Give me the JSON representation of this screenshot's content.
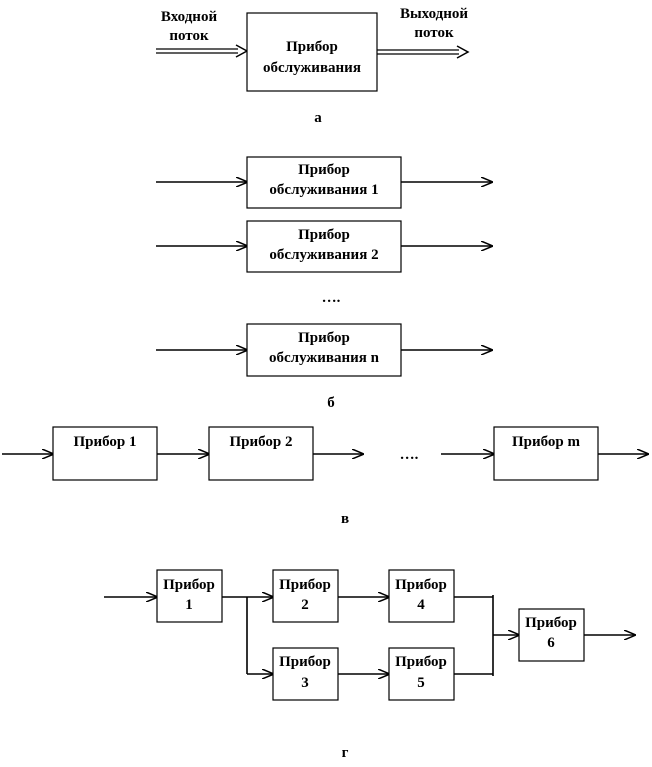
{
  "panel_a": {
    "input_label_1": "Входной",
    "input_label_2": "поток",
    "output_label_1": "Выходной",
    "output_label_2": "поток",
    "box_line_1": "Прибор",
    "box_line_2": "обслуживания",
    "caption": "а"
  },
  "panel_b": {
    "boxes": [
      {
        "line_1": "Прибор",
        "line_2": "обслуживания 1"
      },
      {
        "line_1": "Прибор",
        "line_2": "обслуживания 2"
      },
      {
        "line_1": "Прибор",
        "line_2": "обслуживания n"
      }
    ],
    "ellipsis": "….",
    "caption": "б"
  },
  "panel_v": {
    "boxes": [
      "Прибор 1",
      "Прибор 2",
      "Прибор m"
    ],
    "ellipsis": "….",
    "caption": "в"
  },
  "panel_g": {
    "boxes": [
      {
        "line_1": "Прибор",
        "line_2": "1"
      },
      {
        "line_1": "Прибор",
        "line_2": "2"
      },
      {
        "line_1": "Прибор",
        "line_2": "4"
      },
      {
        "line_1": "Прибор",
        "line_2": "3"
      },
      {
        "line_1": "Прибор",
        "line_2": "5"
      },
      {
        "line_1": "Прибор",
        "line_2": "6"
      }
    ],
    "caption": "г"
  }
}
